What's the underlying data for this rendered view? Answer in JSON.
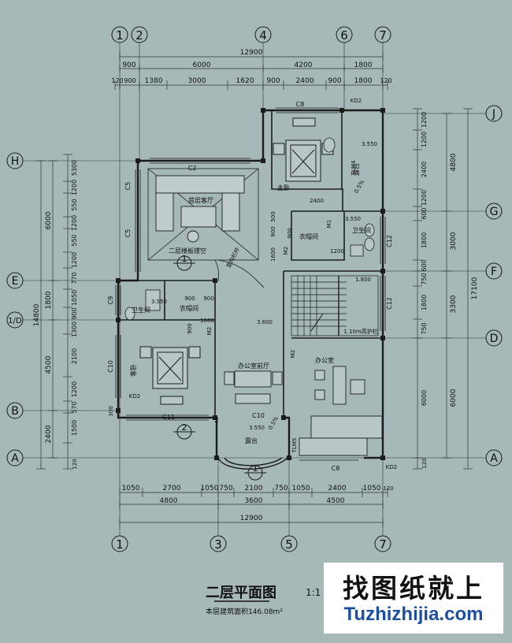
{
  "title": "二层平面图",
  "scale_prefix": "1:1",
  "area_note": "本层建筑面积146.08m²",
  "watermark": {
    "cn": "找图纸就上",
    "en": "Tuzhizhijia.com"
  },
  "colors": {
    "background": "#a6b8b8",
    "line": "#1c1c1c",
    "wall": "#7a7a7a",
    "dim": "#333333"
  },
  "axes": {
    "top": [
      "1",
      "2",
      "4",
      "6",
      "7"
    ],
    "bottom": [
      "1",
      "3",
      "5",
      "7"
    ],
    "left": [
      "H",
      "E",
      "1/D",
      "B",
      "A"
    ],
    "right": [
      "J",
      "G",
      "F",
      "D",
      "A"
    ]
  },
  "dims": {
    "top_total": "12900",
    "top_row2": [
      "900",
      "6000",
      "4200",
      "1800"
    ],
    "top_row3": [
      "120",
      "900",
      "1380",
      "3000",
      "1620",
      "900",
      "2400",
      "900",
      "1800",
      "120"
    ],
    "bottom_row1": [
      "1050",
      "2700",
      "1050",
      "750",
      "2100",
      "750",
      "1050",
      "2400",
      "1050",
      "120"
    ],
    "bottom_row2": [
      "4800",
      "3600",
      "4500"
    ],
    "bottom_total": "12900",
    "left_outer": [
      "6000",
      "1800",
      "4500",
      "2400"
    ],
    "left_total": "14800",
    "left_inner": [
      "5300",
      "1200",
      "550",
      "1200",
      "550",
      "1200",
      "770",
      "1050",
      "900",
      "1300",
      "2100",
      "1200",
      "570",
      "1500",
      "120"
    ],
    "right_inner": [
      "1200",
      "1200",
      "2400",
      "1200",
      "600",
      "1800",
      "600",
      "750",
      "1800",
      "750",
      "6000",
      "120"
    ],
    "right_mid": [
      "4800",
      "3000",
      "3300",
      "6000"
    ],
    "right_total": "17100"
  },
  "rooms": {
    "living_void": "首层客厅",
    "upper_void": "二层楼板镂空",
    "master": "主卧",
    "balcony_ne": "露台",
    "wardrobe": "衣帽间",
    "bath_e": "卫生间",
    "guest_bath": "卫生间",
    "guest_wardrobe": "衣帽间",
    "guest_bed": "客卧",
    "office_hall": "办公室前厅",
    "office": "办公室",
    "balcony_s": "露台",
    "stair_note": "1.10m高护栏",
    "railing_note": "室内栏杆"
  },
  "tags": {
    "windows": [
      "C8",
      "C2",
      "C5",
      "C5",
      "C9",
      "C10",
      "C11",
      "C10",
      "C8",
      "C12",
      "C12"
    ],
    "doors": [
      "M1",
      "M2",
      "M2",
      "M2",
      "TLM4",
      "TLM5",
      "KD2",
      "KD2",
      "KD2"
    ]
  },
  "levels": [
    "3.550",
    "3.550",
    "3.550",
    "3.600",
    "3.550",
    "1.800"
  ],
  "slopes": [
    "0.5%",
    "0.5%"
  ],
  "small_dims": [
    "2400",
    "900",
    "900",
    "1600",
    "900",
    "500",
    "1200",
    "1800",
    "900",
    "300",
    "900"
  ],
  "section_marks": [
    "1",
    "1",
    "2",
    "2"
  ]
}
